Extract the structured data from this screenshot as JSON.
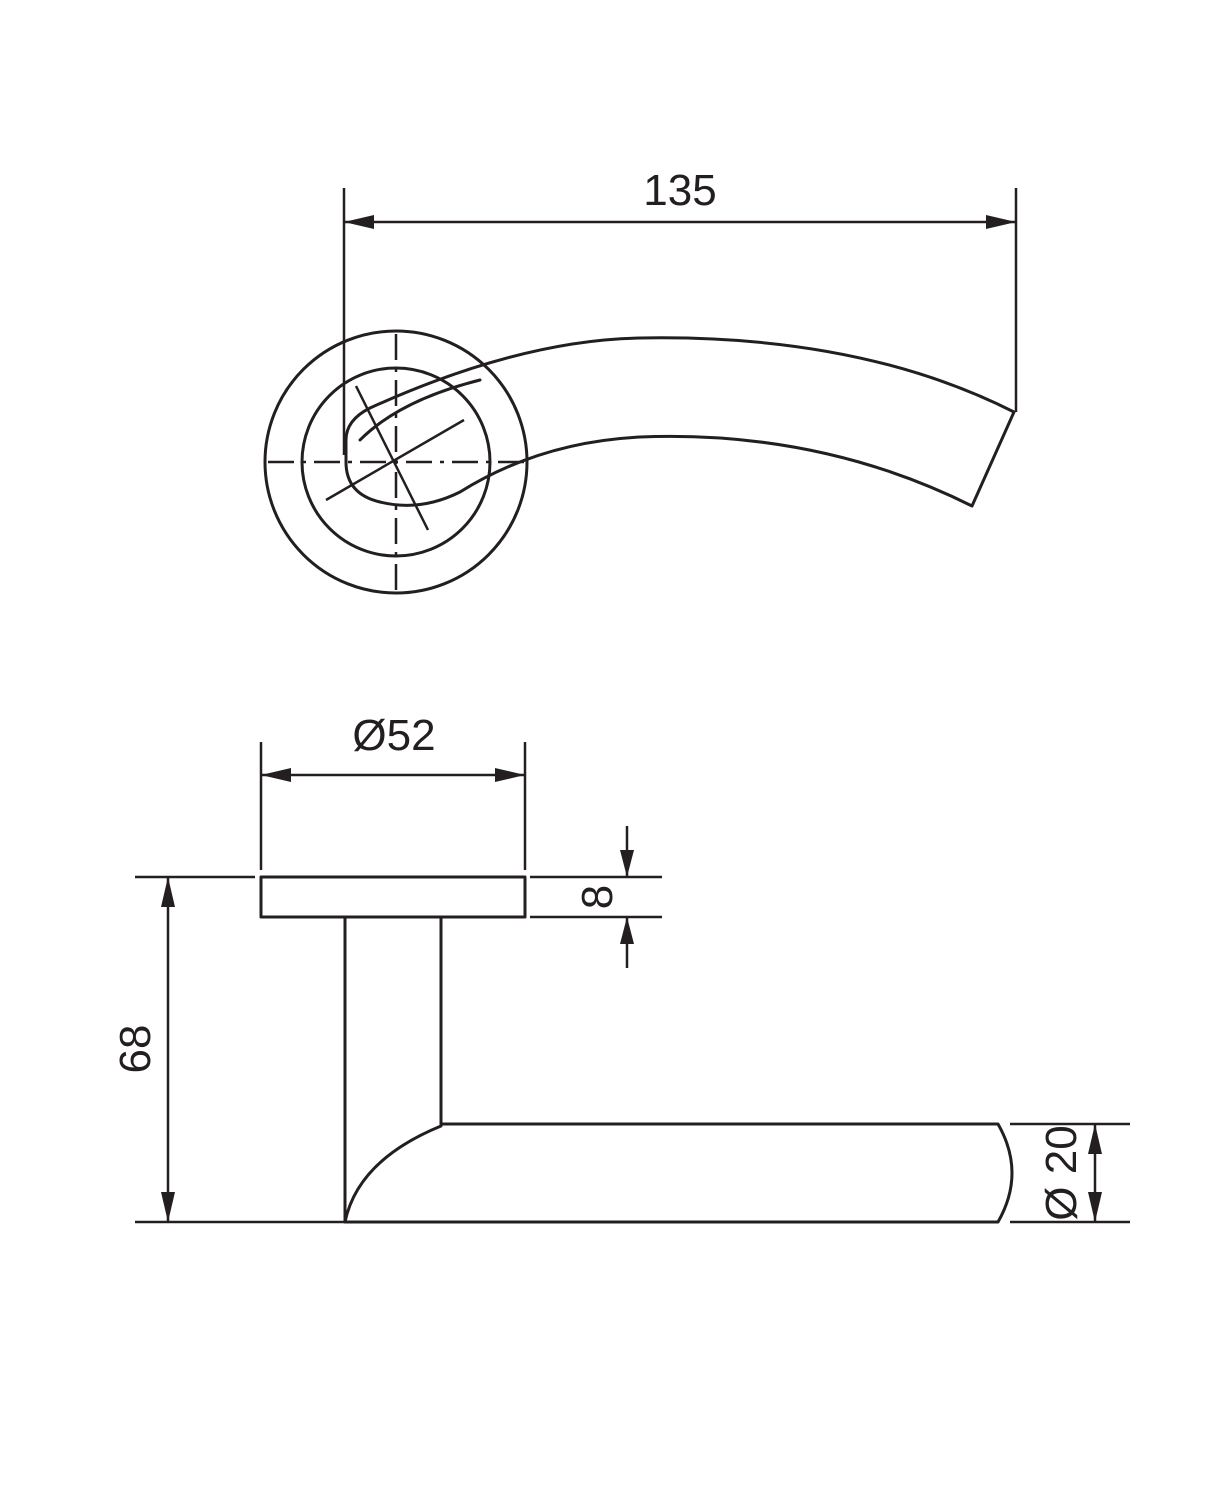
{
  "drawing": {
    "top_view": {
      "overall_length_label": "135"
    },
    "side_view": {
      "rose_diameter_label": "Ø52",
      "rose_thickness_label": "8",
      "overall_height_label": "68",
      "lever_diameter_label": "Ø 20"
    },
    "colors": {
      "line": "#231f20",
      "background": "#ffffff"
    }
  }
}
